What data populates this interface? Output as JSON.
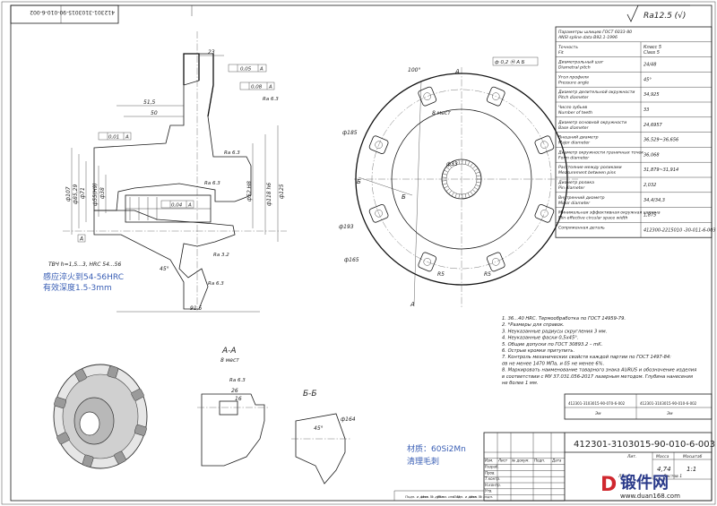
{
  "drawing": {
    "number": "412301-3103015-90-010-6-003",
    "number_rotated": "412301-3103015-90-010-6-002",
    "roughness": "Ra12.5 (√)"
  },
  "annotations_cn": {
    "hardening_1": "感应淬火到54-56HRC",
    "hardening_2": "有效深度1.5-3mm",
    "material": "材质：60Si2Mn",
    "cleaning": "清理毛刺"
  },
  "views": {
    "section_aa": "A-A",
    "section_aa_sub": "8 мест",
    "section_bb": "Б-Б",
    "eight_places": "8 мест",
    "tvch": "ТВЧ h=1,5...3, HRC 54...56"
  },
  "dimensions": {
    "d107": "ф107",
    "d85_29": "ф85,29",
    "d71": "ф71",
    "d55": "ф55(Н9)",
    "d38": "ф38",
    "d33": "ф33",
    "d125": "ф125",
    "d118": "ф118 h6",
    "d52": "ф52 H8",
    "d185": "ф185",
    "d193": "ф193",
    "d165": "ф165",
    "d164": "ф164",
    "l91_5": "91,5",
    "l51_5": "51,5",
    "l50": "50",
    "l23": "23",
    "l16": "16",
    "l26": "26",
    "a100": "100°",
    "a45": "45°",
    "r5": "R5",
    "ra63": "Ra 6.3",
    "ra32": "Ra 3.2",
    "tol_005": "0,05",
    "tol_008": "0,08",
    "tol_001": "0,01",
    "tol_004": "0,04",
    "datum_a": "A",
    "datum_b": "Б",
    "pos_tol": "ф 0,2 Ⓜ А Б"
  },
  "params_table": {
    "rows": [
      {
        "label": "Параметры шлицев ГОСТ 6033-80 / ANSI spline data B92.1-1996",
        "value": ""
      },
      {
        "label": "Точность / Fit",
        "value": "Класс 5 / Class 5"
      },
      {
        "label": "Диаметральный шаг / Diametral pitch",
        "value": "24/48"
      },
      {
        "label": "Угол профиля / Pressure angle",
        "value": "45°"
      },
      {
        "label": "Диаметр делительной окружности / Pitch diameter",
        "value": "34,925"
      },
      {
        "label": "Число зубьев / Number of teeth",
        "value": "33"
      },
      {
        "label": "Диаметр основной окружности / Base diameter",
        "value": "24,6957"
      },
      {
        "label": "Внешний диаметр / Major diameter",
        "value": "36,529~36,656"
      },
      {
        "label": "Диаметр окружности граничных точек / Form diameter",
        "value": "36,068"
      },
      {
        "label": "Расстояние между роликами / Measurement between pins",
        "value": "31,879~31,914"
      },
      {
        "label": "Диаметр ролика / Pin diameter",
        "value": "2,032"
      },
      {
        "label": "Внутренний диаметр / Minor diameter",
        "value": "34,4/34,3"
      },
      {
        "label": "Минимальная эффективная окружная ширина / Min effective circular space width",
        "value": "1,875"
      },
      {
        "label": "Сопряженная деталь",
        "value": "412300-2215010 -30-011-6-003"
      }
    ]
  },
  "notes": [
    "1. 36...40 HRC. Термообработка по ГОСТ 14959-79.",
    "2. *Размеры для справок.",
    "3. Неуказанные радиусы скругления 3 мм.",
    "4. Неуказанные фаски 0,5х45°.",
    "5. Общие допуски по ГОСТ 30893.2 – mK.",
    "6. Острые кромки притупить.",
    "7. Контроль механических свойств каждой партии по ГОСТ 1497-84:",
    "   σв не менее 1470 МПа, и δ5 не менее 6%.",
    "8. Маркировать наименование товарного знака AURUS и обозначение изделия",
    "   в соответствии с МУ 37.031.056-2017 лазерным методом. Глубина нанесения",
    "   не более 1 мм."
  ],
  "title_block": {
    "ref_left": "412301-3103015-90-070-6-002",
    "ref_right": "412301-3103015-90-010-6-002",
    "ref_left_sub": "Эм",
    "ref_right_sub": "Эм",
    "headers": [
      "Изм.",
      "Лист",
      "№ докум.",
      "Подп.",
      "Дата"
    ],
    "roles": [
      "Разраб.",
      "Пров.",
      "Т.контр.",
      "Н.контр.",
      "Утв."
    ],
    "lit": "Лит.",
    "mass": "Масса",
    "scale": "Масштаб",
    "mass_value": "4,74",
    "scale_value": "1:1",
    "sheet": "Лист",
    "sheets": "Листов 1",
    "bottom_labels": [
      "Подп. и дата",
      "Инв. № дубл.",
      "Взам. инв. №",
      "Подп. и дата",
      "Инв. № подл."
    ]
  },
  "watermark": {
    "brand": "锻件网",
    "url": "www.duan168.com"
  },
  "colors": {
    "annotation_blue": "#3a5fb5",
    "watermark_red": "#d0282f",
    "watermark_blue": "#2a3a8a",
    "line": "#1a1a1a"
  }
}
